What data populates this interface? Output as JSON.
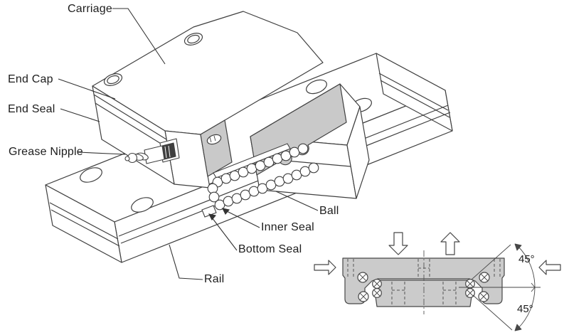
{
  "labels": {
    "carriage": "Carriage",
    "end_cap": "End Cap",
    "end_seal": "End Seal",
    "grease_nipple": "Grease Nipple",
    "ball": "Ball",
    "inner_seal": "Inner Seal",
    "bottom_seal": "Bottom Seal",
    "rail": "Rail"
  },
  "cross_section": {
    "contact_angle_top": "45°",
    "contact_angle_bottom": "45°",
    "load_arrow_icons": [
      "down-load-arrow",
      "up-load-arrow",
      "right-load-arrow",
      "left-load-arrow"
    ]
  },
  "colors": {
    "line": "#404040",
    "cutaway_fill": "#c9c9c9",
    "section_fill": "#cbcbcb",
    "background": "#ffffff"
  }
}
